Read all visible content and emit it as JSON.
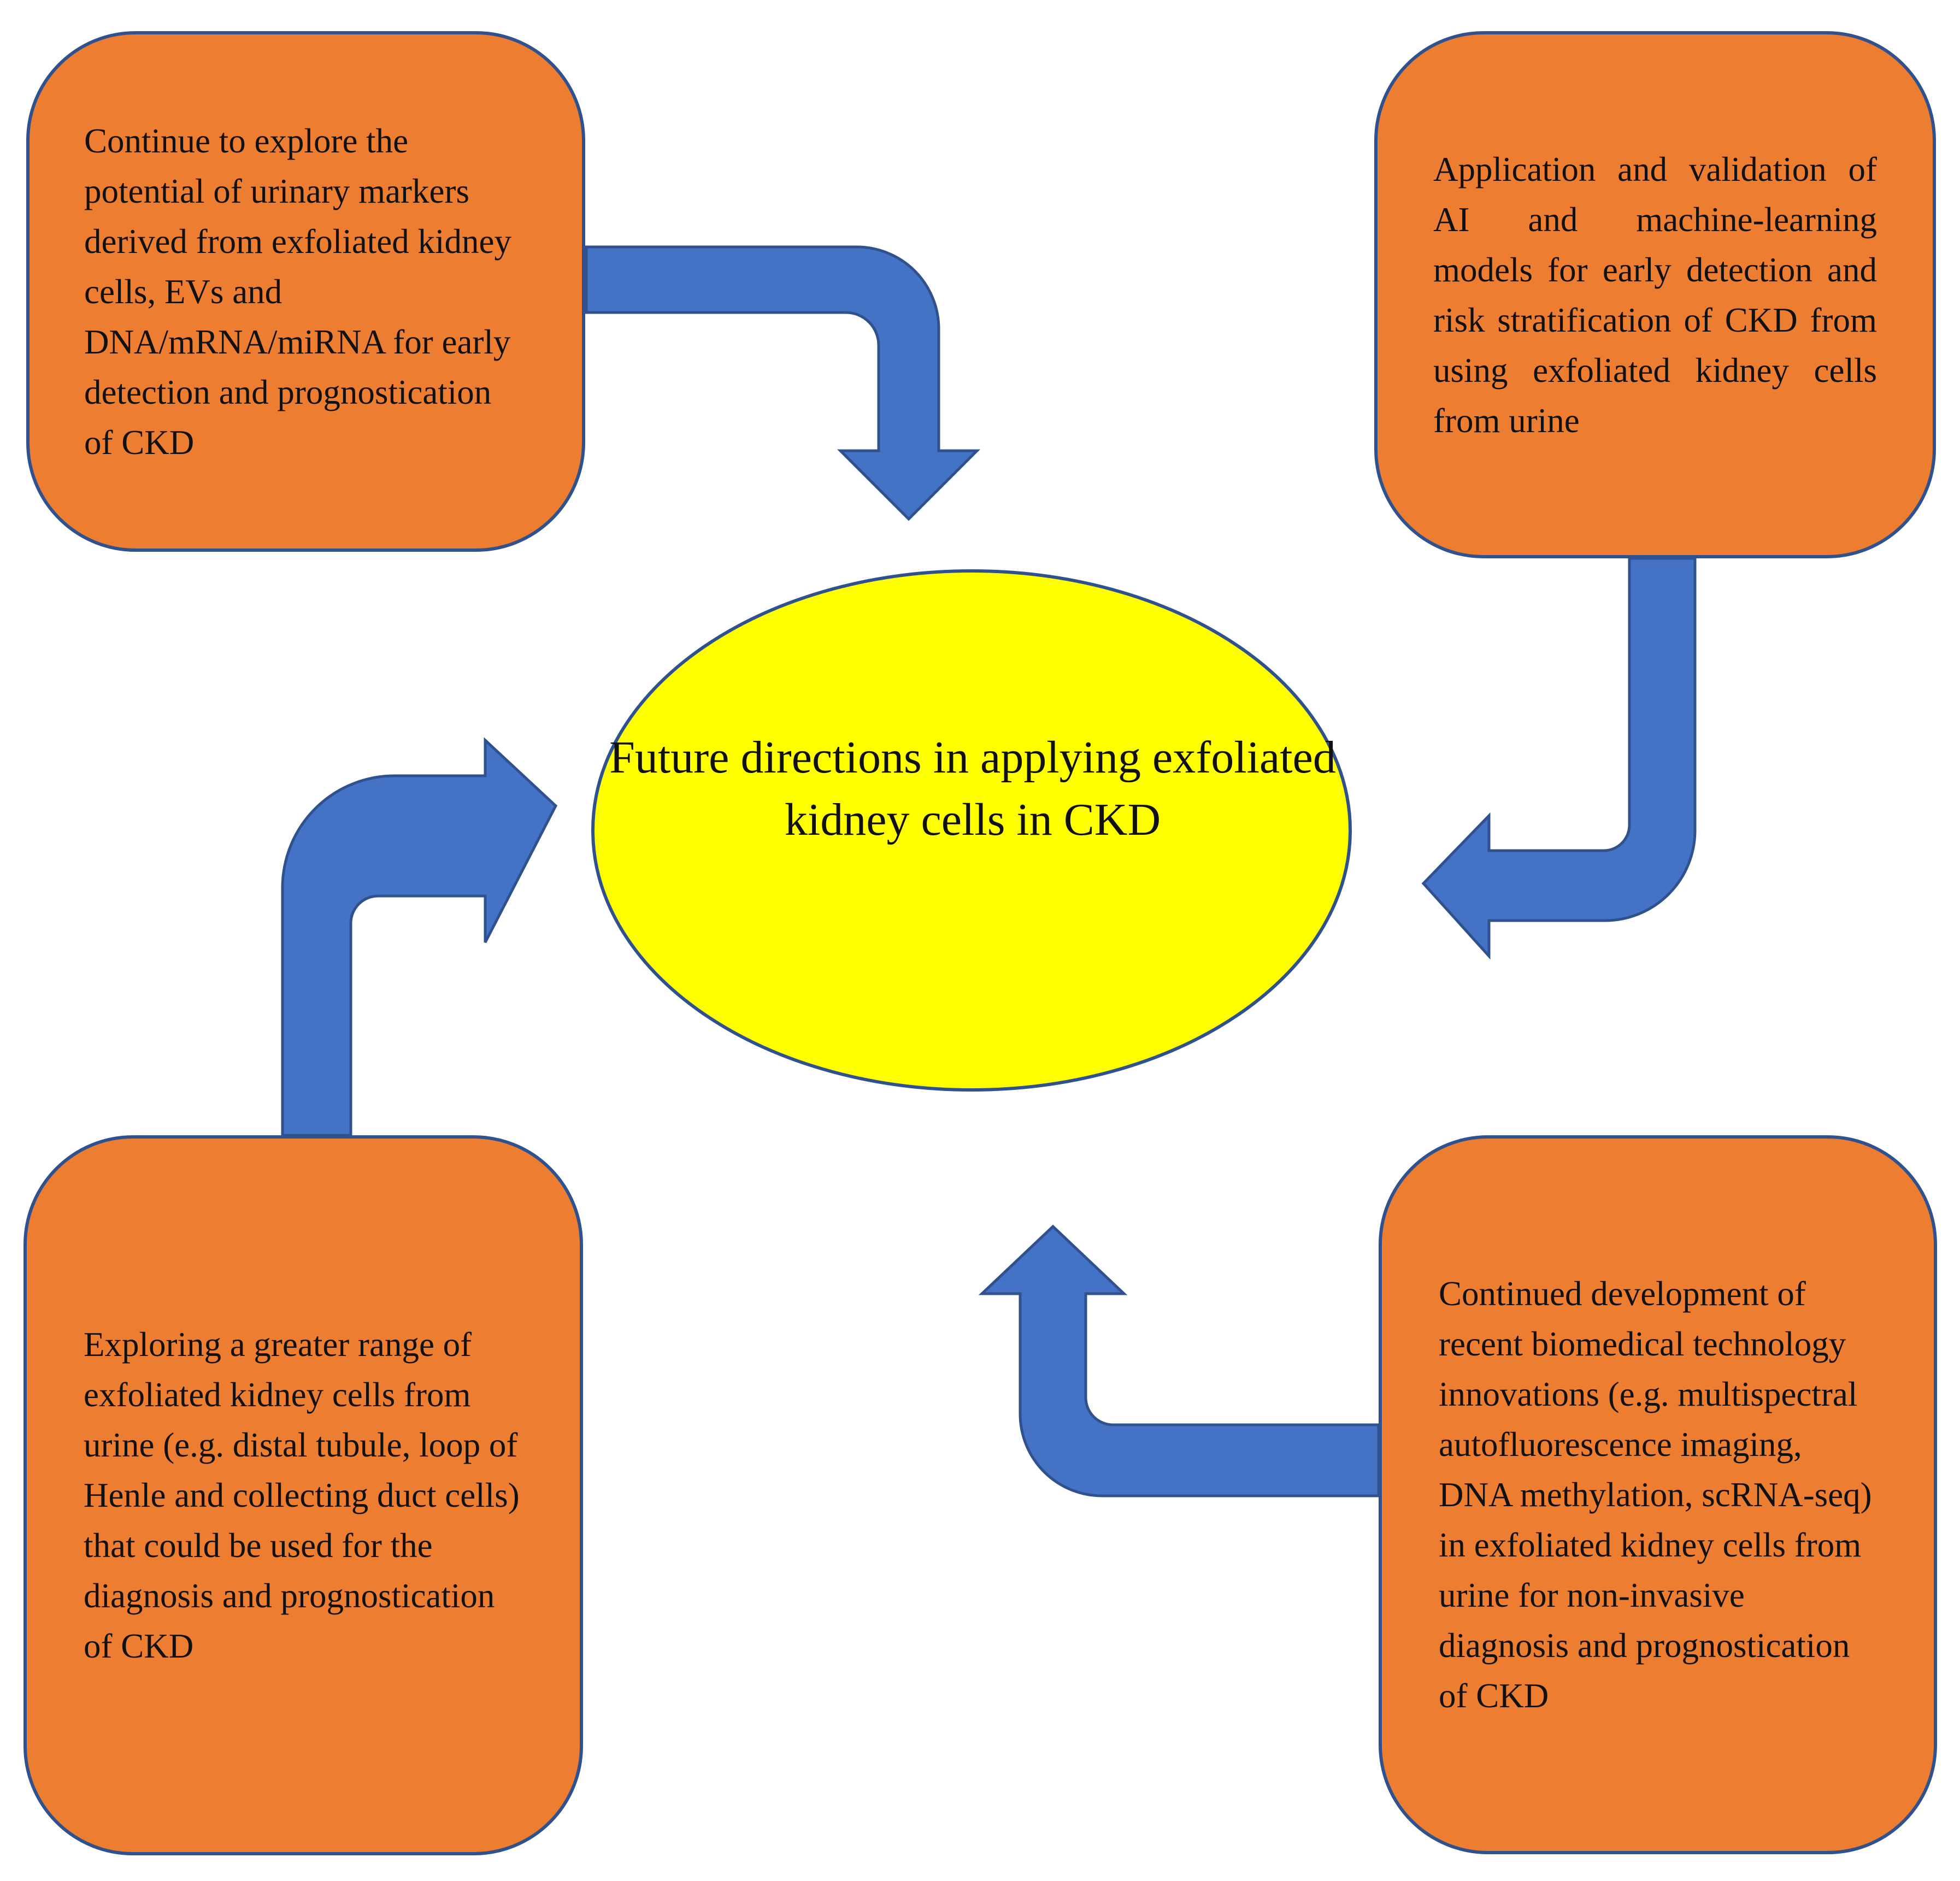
{
  "center": {
    "label": "Future directions in applying exfoliated kidney cells in CKD",
    "color": "#FFFF00"
  },
  "boxes": {
    "top_left": "Continue to explore the potential of urinary markers derived from exfoliated kidney cells, EVs and DNA/mRNA/miRNA for early detection and prognostication of CKD",
    "top_right": "Application and validation of AI and machine-learning models for early detection and risk stratification of CKD from using exfoliated kidney cells from urine",
    "bottom_left": "Exploring a greater range of exfoliated kidney cells from urine (e.g. distal tubule, loop of Henle and collecting duct cells) that could be used for the diagnosis and prognostication of CKD",
    "bottom_right": "Continued development of recent biomedical technology innovations (e.g. multispectral autofluorescence imaging, DNA methylation, scRNA-seq) in exfoliated kidney cells from urine for non-invasive diagnosis and prognostication of CKD"
  },
  "colors": {
    "box_fill": "#ED7D31",
    "arrow_fill": "#4472C4",
    "outline": "#2F528F"
  }
}
